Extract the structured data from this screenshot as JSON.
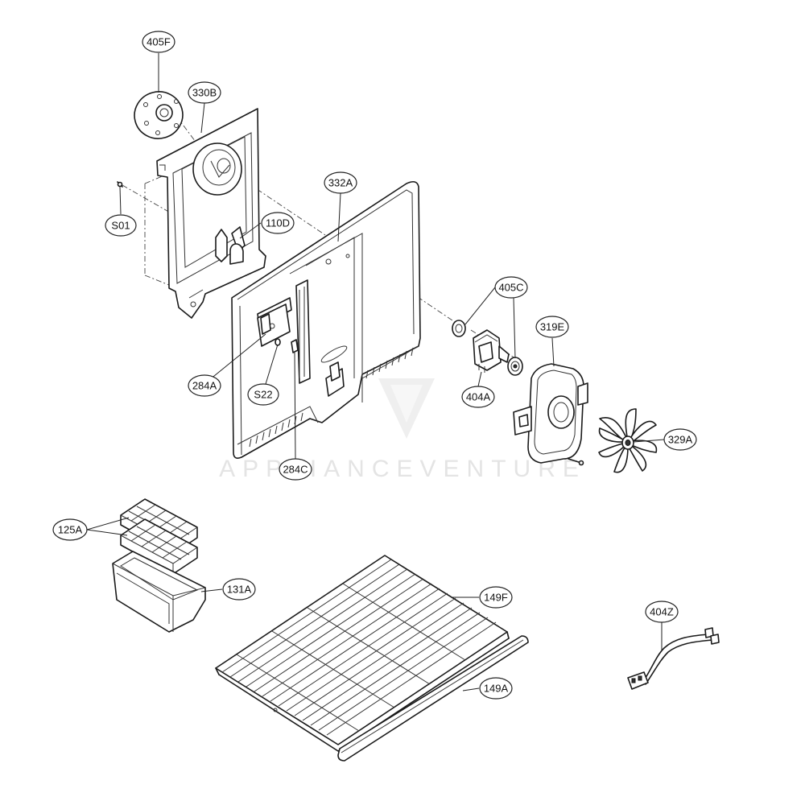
{
  "diagram": {
    "watermark": "APPLIANCEVENTURE",
    "labels": {
      "405F": "405F",
      "330B": "330B",
      "S01": "S01",
      "110D": "110D",
      "332A": "332A",
      "405C": "405C",
      "319E": "319E",
      "404A": "404A",
      "284A": "284A",
      "S22": "S22",
      "284C": "284C",
      "329A": "329A",
      "125A": "125A",
      "131A": "131A",
      "149F": "149F",
      "149A": "149A",
      "404Z": "404Z"
    }
  }
}
